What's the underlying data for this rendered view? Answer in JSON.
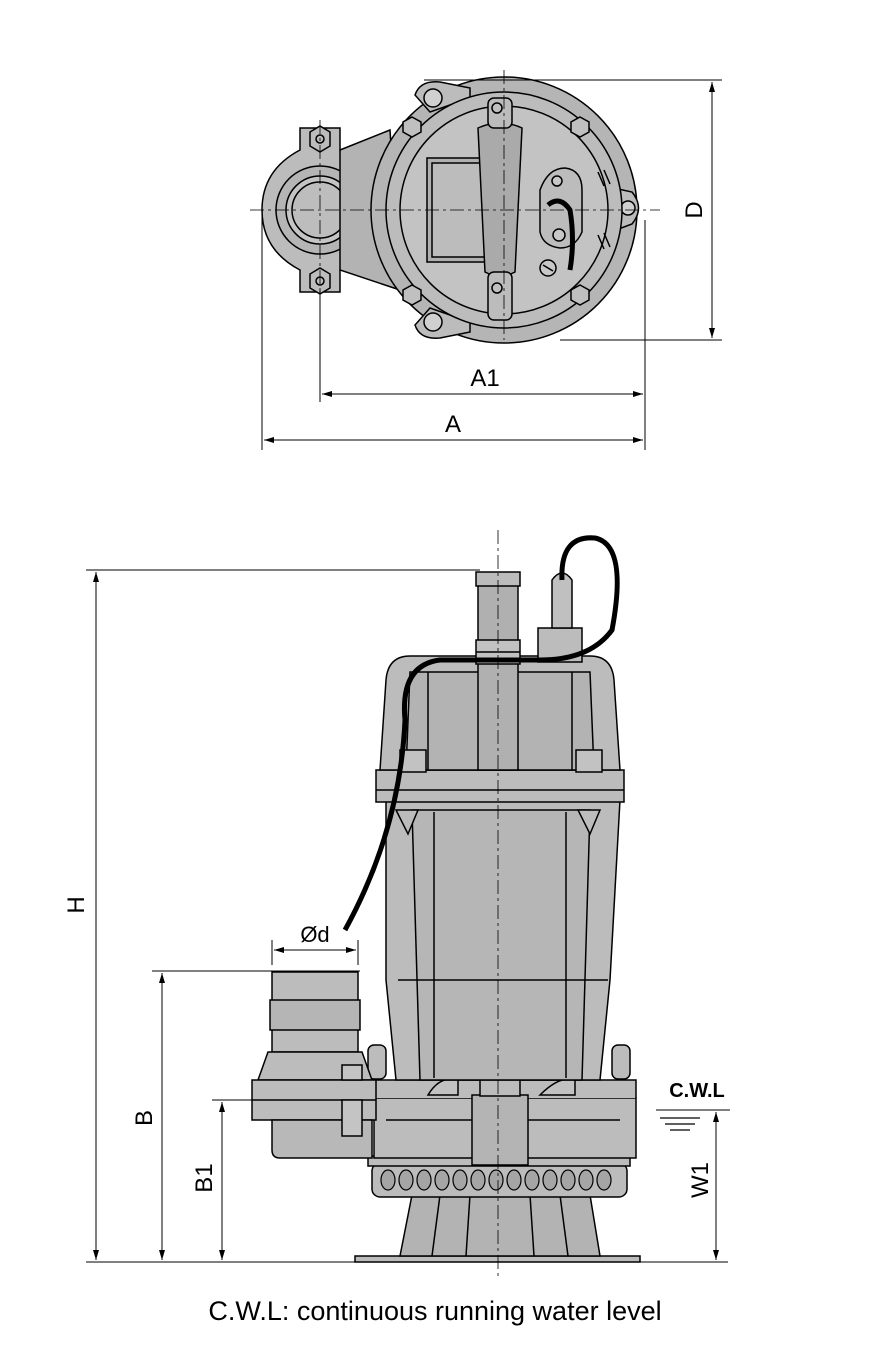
{
  "top_view": {
    "dimensions": {
      "a1": "A1",
      "a": "A",
      "d": "D"
    }
  },
  "side_view": {
    "dimensions": {
      "h": "H",
      "od": "Ød",
      "b": "B",
      "b1": "B1",
      "w1": "W1"
    },
    "water_level_label": "C.W.L"
  },
  "caption": "C.W.L: continuous running water level",
  "colors": {
    "body": "#bcbcbc",
    "body_dark": "#a9a9a9",
    "line": "#000000"
  }
}
